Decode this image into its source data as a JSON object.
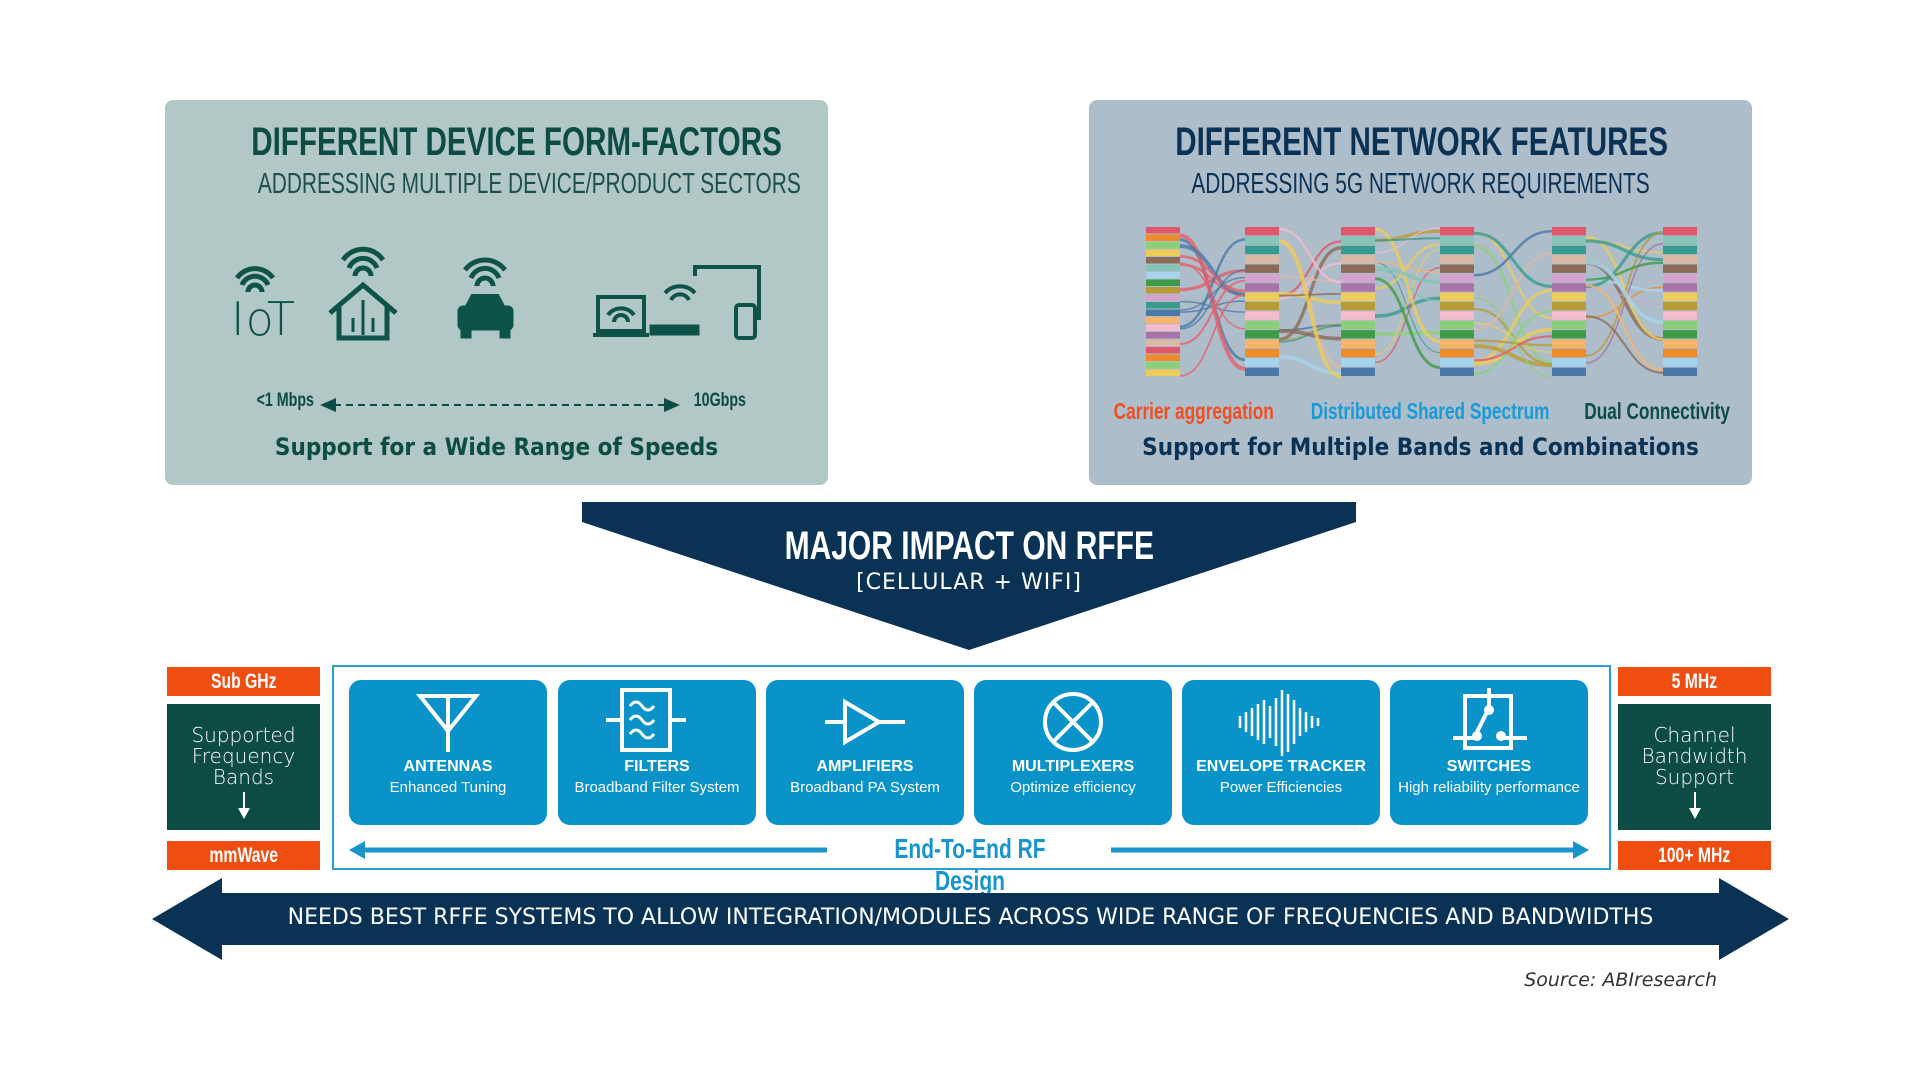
{
  "left_panel": {
    "title": "DIFFERENT DEVICE FORM-FACTORS",
    "subtitle": "ADDRESSING MULTIPLE DEVICE/PRODUCT SECTORS",
    "icons": [
      "iot-icon",
      "smart-home-icon",
      "connected-car-icon",
      "devices-icon"
    ],
    "iot_text": "IoT",
    "speed_min": "<1 Mbps",
    "speed_max": "10Gbps",
    "footer": "Support for a Wide Range of Speeds"
  },
  "right_panel": {
    "title": "DIFFERENT NETWORK FEATURES",
    "subtitle": "ADDRESSING 5G NETWORK REQUIREMENTS",
    "features": [
      {
        "label": "Carrier aggregation",
        "color": "#f04e23"
      },
      {
        "label": "Distributed Shared Spectrum",
        "color": "#1a9ad6"
      },
      {
        "label": "Dual Connectivity",
        "color": "#0d4b45"
      }
    ],
    "footer": "Support for Multiple Bands and Combinations",
    "band_colors": [
      "#e0566a",
      "#86c3b8",
      "#3a9b8c",
      "#d9b8a5",
      "#8b6b55",
      "#d3a4cf",
      "#a874a7",
      "#eccd57",
      "#b79b38",
      "#f5bccf",
      "#8ccf7a",
      "#3e9b48",
      "#f8b469",
      "#ef8c2a",
      "#a8d3ec",
      "#4a79a8"
    ]
  },
  "impact": {
    "title": "MAJOR IMPACT ON RFFE",
    "subtitle": "[CELLULAR + WIFI]"
  },
  "left_range": {
    "top": "Sub GHz",
    "label": [
      "Supported",
      "Frequency",
      "Bands"
    ],
    "bottom": "mmWave"
  },
  "right_range": {
    "top": "5 MHz",
    "label": [
      "Channel",
      "Bandwidth",
      "Support"
    ],
    "bottom": "100+ MHz"
  },
  "components": [
    {
      "title": "ANTENNAS",
      "subtitle": "Enhanced Tuning",
      "icon": "antenna-icon"
    },
    {
      "title": "FILTERS",
      "subtitle": "Broadband Filter System",
      "icon": "filter-icon"
    },
    {
      "title": "AMPLIFIERS",
      "subtitle": "Broadband PA System",
      "icon": "amplifier-icon"
    },
    {
      "title": "MULTIPLEXERS",
      "subtitle": "Optimize efficiency",
      "icon": "multiplexer-icon"
    },
    {
      "title": "ENVELOPE TRACKER",
      "subtitle": "Power Efficiencies",
      "icon": "waveform-icon"
    },
    {
      "title": "SWITCHES",
      "subtitle": "High reliability performance",
      "icon": "switch-icon"
    }
  ],
  "end_to_end": "End-To-End RF Design",
  "banner": "NEEDS BEST RFFE SYSTEMS TO ALLOW INTEGRATION/MODULES ACROSS WIDE RANGE OF FREQUENCIES AND BANDWIDTHS",
  "source": "Source: ABIresearch",
  "colors": {
    "dark_green": "#0d4b45",
    "navy": "#0a3255",
    "blue": "#0a93c9",
    "orange": "#f04e10"
  }
}
